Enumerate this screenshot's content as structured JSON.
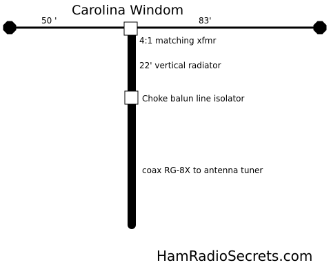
{
  "title": "Carolina Windom",
  "lengths": {
    "left_leg": "50 '",
    "right_leg": "83'"
  },
  "labels": {
    "matching_xfmr": "4:1 matching xfmr",
    "vertical_radiator": "22' vertical radiator",
    "choke_balun": "Choke balun line isolator",
    "coax": "coax RG-8X to antenna tuner"
  },
  "footer": "HamRadioSecrets.com",
  "colors": {
    "wire": "#000000",
    "background": "#ffffff",
    "box_fill": "#ffffff"
  }
}
